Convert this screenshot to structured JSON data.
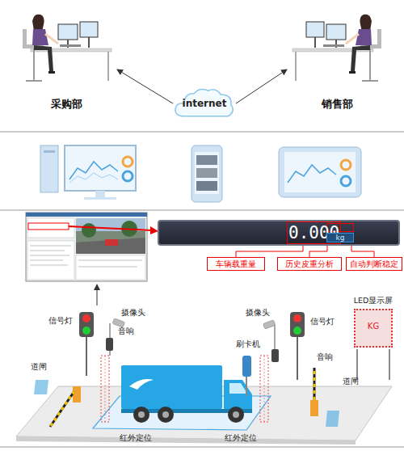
{
  "diagram": {
    "nodes": [
      {
        "text": [
          "采购部"
        ]
      },
      {
        "text": [
          "internet"
        ]
      },
      {
        "text": [
          "销售部"
        ]
      },
      {
        "text": [
          "0.000",
          "kg"
        ]
      },
      {
        "text": [
          "车辆载重量"
        ]
      },
      {
        "text": [
          "历史皮重分析"
        ]
      },
      {
        "text": [
          "自动判断稳定"
        ]
      },
      {
        "text": [
          "LED显示屏",
          "KG"
        ]
      }
    ],
    "edges": [
      {
        "from": 1,
        "to": 0,
        "arrow": "to"
      },
      {
        "from": 1,
        "to": 2,
        "arrow": "to"
      },
      {
        "from": 4,
        "to": 3,
        "arrow": "none"
      },
      {
        "from": 5,
        "to": 3,
        "arrow": "none"
      },
      {
        "from": 6,
        "to": 3,
        "arrow": "none"
      }
    ],
    "labels": [
      "信号灯",
      "摄像头",
      "音响",
      "道闸",
      "红外定位",
      "红外定位",
      "刷卡机",
      "摄像头",
      "信号灯",
      "音响",
      "道闸"
    ]
  }
}
